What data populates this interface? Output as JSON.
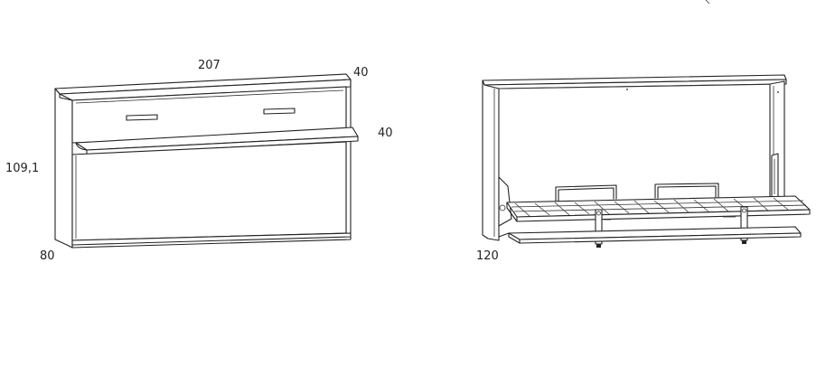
{
  "closed_view": {
    "width_label": "207",
    "depth_label_top": "40",
    "depth_label_desk": "40",
    "height_label": "109,1",
    "depth_label_bottom": "80"
  },
  "open_view": {
    "length_label": "120"
  },
  "colors": {
    "line": "#222222",
    "background": "#ffffff"
  }
}
